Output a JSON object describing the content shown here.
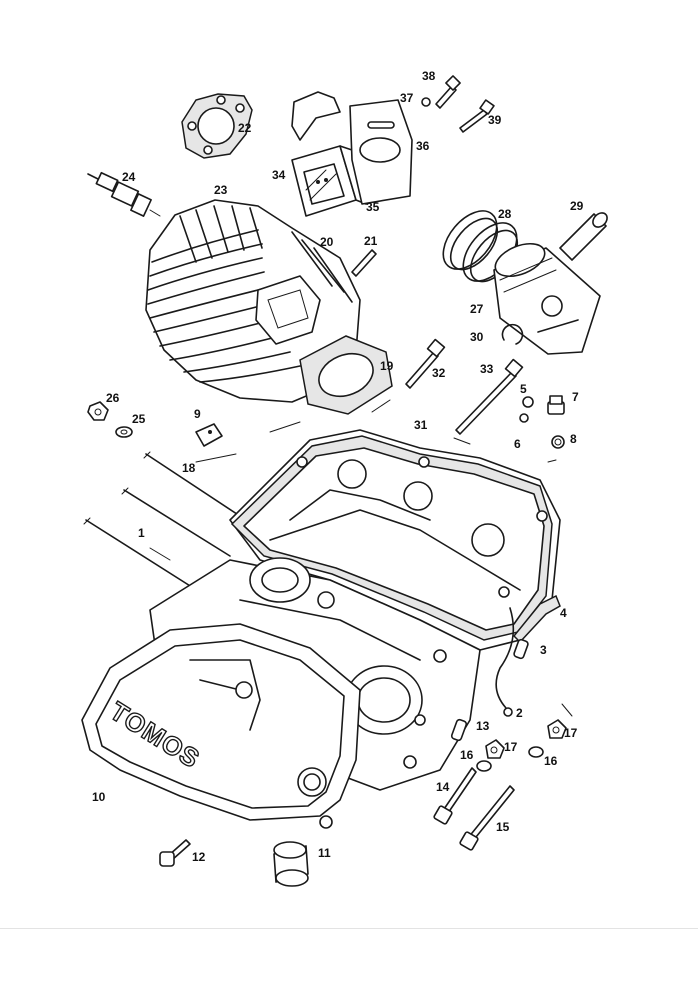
{
  "brand_text": "TOMOS",
  "callouts": [
    "1",
    "2",
    "3",
    "4",
    "5",
    "6",
    "7",
    "8",
    "9",
    "10",
    "11",
    "12",
    "13",
    "14",
    "15",
    "16",
    "16",
    "17",
    "17",
    "18",
    "19",
    "20",
    "21",
    "22",
    "23",
    "24",
    "25",
    "26",
    "27",
    "28",
    "29",
    "30",
    "31",
    "32",
    "33",
    "34",
    "35",
    "36",
    "37",
    "38",
    "39"
  ],
  "colors": {
    "line": "#1a1a1a",
    "background": "#ffffff",
    "gasket": "#e6e6e6"
  }
}
